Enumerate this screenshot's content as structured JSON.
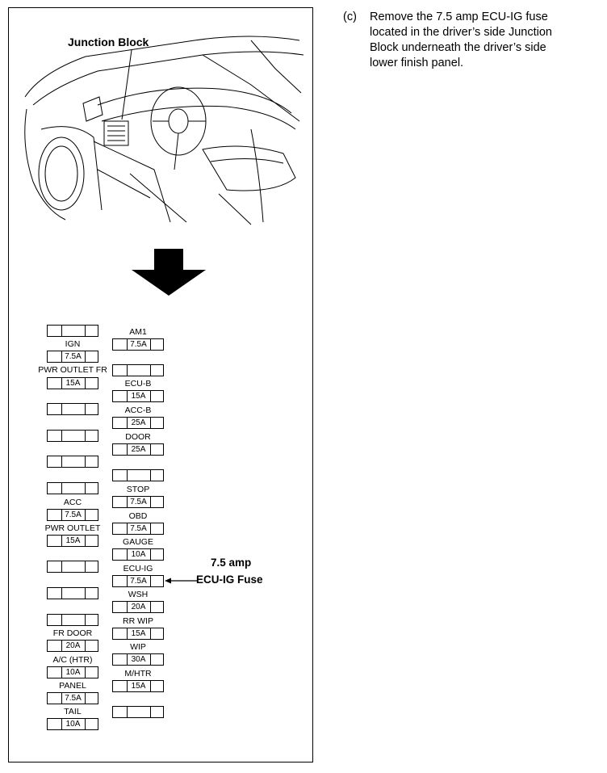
{
  "instruction": {
    "step": "(c)",
    "lines": [
      "Remove the 7.5 amp ECU-IG fuse",
      "located in the driver’s side Junction",
      "Block underneath the driver’s side",
      "lower finish panel."
    ]
  },
  "figure": {
    "junction_block_label": "Junction Block",
    "left_column": [
      {
        "label": "",
        "value": ""
      },
      {
        "label": "IGN",
        "value": "7.5A"
      },
      {
        "label": "PWR OUTLET FR",
        "value": "15A"
      },
      {
        "label": "",
        "value": ""
      },
      {
        "label": "",
        "value": ""
      },
      {
        "label": "",
        "value": ""
      },
      {
        "label": "",
        "value": ""
      },
      {
        "label": "ACC",
        "value": "7.5A"
      },
      {
        "label": "PWR OUTLET",
        "value": "15A"
      },
      {
        "label": "",
        "value": ""
      },
      {
        "label": "",
        "value": ""
      },
      {
        "label": "",
        "value": ""
      },
      {
        "label": "FR DOOR",
        "value": "20A"
      },
      {
        "label": "A/C (HTR)",
        "value": "10A"
      },
      {
        "label": "PANEL",
        "value": "7.5A"
      },
      {
        "label": "TAIL",
        "value": "10A"
      }
    ],
    "right_column": [
      {
        "label": "AM1",
        "value": "7.5A"
      },
      {
        "label": "",
        "value": ""
      },
      {
        "label": "ECU-B",
        "value": "15A"
      },
      {
        "label": "ACC-B",
        "value": "25A"
      },
      {
        "label": "DOOR",
        "value": "25A"
      },
      {
        "label": "",
        "value": ""
      },
      {
        "label": "STOP",
        "value": "7.5A"
      },
      {
        "label": "OBD",
        "value": "7.5A"
      },
      {
        "label": "GAUGE",
        "value": "10A"
      },
      {
        "label": "ECU-IG",
        "value": "7.5A"
      },
      {
        "label": "WSH",
        "value": "20A"
      },
      {
        "label": "RR WIP",
        "value": "15A"
      },
      {
        "label": "WIP",
        "value": "30A"
      },
      {
        "label": "M/HTR",
        "value": "15A"
      },
      {
        "label": "",
        "value": ""
      }
    ],
    "callout": {
      "line1": "7.5 amp",
      "line2": "ECU-IG Fuse"
    }
  }
}
